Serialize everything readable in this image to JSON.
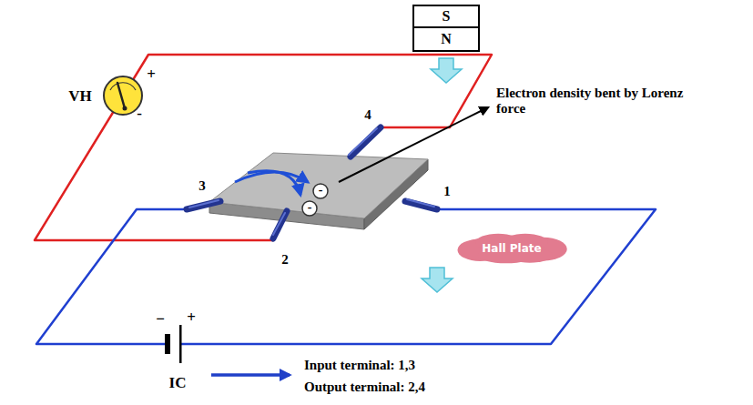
{
  "diagram": {
    "nodes": [
      {
        "text": [
          "S"
        ]
      },
      {
        "text": [
          "N"
        ]
      },
      {
        "text": [
          "Hall Plate"
        ]
      }
    ],
    "labels": [
      "+",
      "-",
      "VH",
      "3",
      "4",
      "1",
      "Electron density bent by Lorenz force",
      "2",
      "-",
      "-",
      "−",
      "+",
      "IC",
      "Input terminal: 1,3",
      "Output terminal: 2,4"
    ]
  }
}
